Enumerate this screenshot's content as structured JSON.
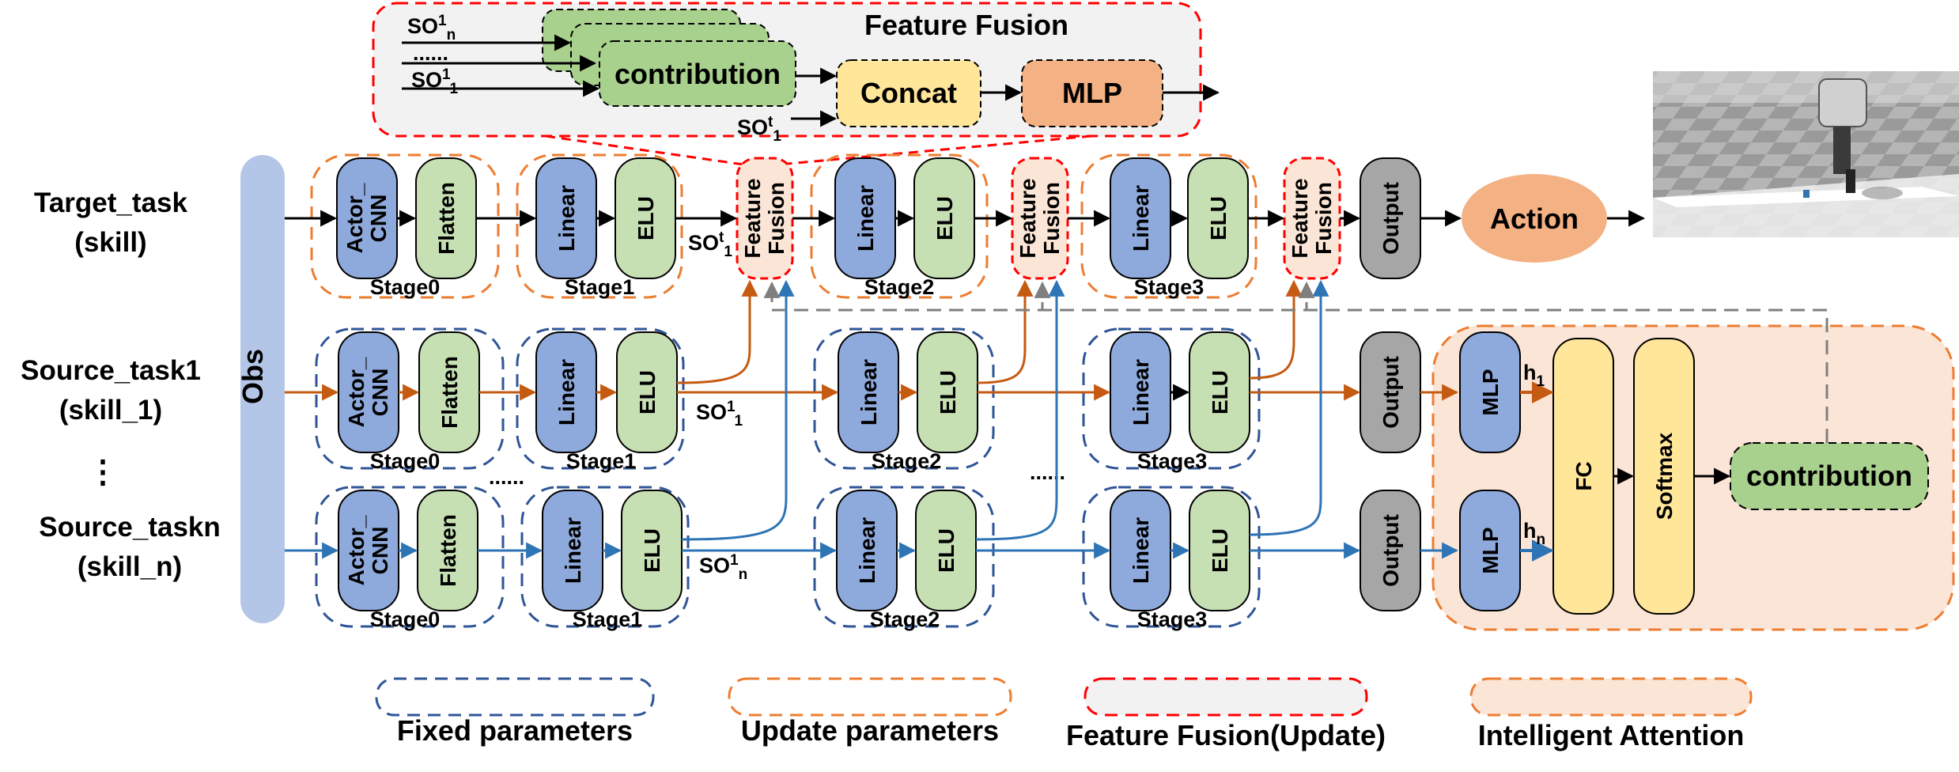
{
  "fusion_box": {
    "title": "Feature Fusion",
    "inputs": [
      "SO",
      "......",
      "SO"
    ],
    "inputs_sup": [
      "1",
      "",
      "1"
    ],
    "inputs_sub": [
      "n",
      "",
      "1"
    ],
    "target_input": "SO",
    "target_sup": "t",
    "target_sub": "1",
    "contribution": "contribution",
    "concat": "Concat",
    "mlp": "MLP"
  },
  "rows": {
    "target": [
      "Target_task",
      "(skill)"
    ],
    "source1": [
      "Source_task1",
      "(skill_1)"
    ],
    "dots": "⋮",
    "sourcen": [
      "Source_taskn",
      "(skill_n)"
    ]
  },
  "obs": "Obs",
  "blocks": {
    "actor_cnn": [
      "Actor_",
      "CNN"
    ],
    "flatten": "Flatten",
    "linear": "Linear",
    "elu": "ELU",
    "output": "Output",
    "feature_fusion": [
      "Feature",
      "Fusion"
    ],
    "mlp": "MLP",
    "fc": "FC",
    "softmax": "Softmax",
    "contribution": "contribution"
  },
  "stages": [
    "Stage0",
    "Stage1",
    "Stage2",
    "Stage3"
  ],
  "action": "Action",
  "labels": {
    "so_t1": {
      "base": "SO",
      "sup": "t",
      "sub": "1"
    },
    "so_11": {
      "base": "SO",
      "sup": "1",
      "sub": "1"
    },
    "so_1n": {
      "base": "SO",
      "sup": "1",
      "sub": "n"
    },
    "h1": {
      "base": "h",
      "sub": "1"
    },
    "hn": {
      "base": "h",
      "sub": "n"
    },
    "ellipsis1": "......",
    "ellipsis2": "......"
  },
  "legend": [
    {
      "label": "Fixed parameters",
      "style": "blue-dashed"
    },
    {
      "label": "Update parameters",
      "style": "orange-dashed"
    },
    {
      "label": "Feature Fusion(Update)",
      "style": "red-dashed-gray"
    },
    {
      "label": "Intelligent Attention",
      "style": "orange-dashed-peach"
    }
  ],
  "colors": {
    "linear": "#8ea9db",
    "elu": "#c6e0b4",
    "output": "#a6a6a6",
    "obs": "#b4c6e7",
    "action": "#f4b183",
    "fusion_bg": "#fbe5d6",
    "attention_bg": "#fbe5d6",
    "yellow": "#ffe699",
    "green": "#a9d18e",
    "orange_arrow": "#c55a11",
    "blue_arrow": "#2e75b6",
    "blue_dash": "#2f5597",
    "orange_dash": "#ed7d31",
    "red_dash": "#ff0000",
    "gray_dash": "#7f7f7f"
  }
}
